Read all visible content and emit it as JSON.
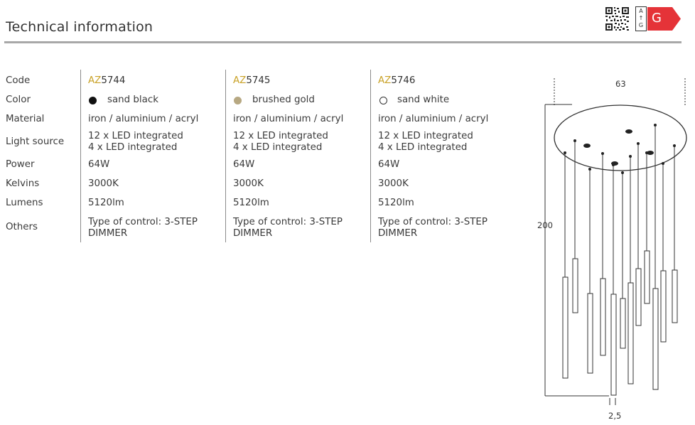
{
  "header": {
    "title": "Technical information"
  },
  "badges": {
    "qr_icon": "qr-code-icon",
    "energy_scale": "A↑G",
    "energy_class": "G",
    "energy_color": "#e53338"
  },
  "labels": {
    "code": "Code",
    "color": "Color",
    "material": "Material",
    "light_source": "Light source",
    "power": "Power",
    "kelvins": "Kelvins",
    "lumens": "Lumens",
    "others": "Others"
  },
  "products": [
    {
      "code_prefix": "AZ",
      "code_number": "5744",
      "color_name": "sand black",
      "swatch_color": "#111111",
      "material": "iron / aluminium / acryl",
      "light_source_1": "12 x LED integrated",
      "light_source_2": "4 x LED integrated",
      "power": "64W",
      "kelvins": "3000K",
      "lumens": "5120lm",
      "others_1": "Type of control: 3-STEP",
      "others_2": "DIMMER"
    },
    {
      "code_prefix": "AZ",
      "code_number": "5745",
      "color_name": "brushed gold",
      "swatch_color": "#b7a882",
      "material": "iron / aluminium / acryl",
      "light_source_1": "12 x LED integrated",
      "light_source_2": "4 x LED integrated",
      "power": "64W",
      "kelvins": "3000K",
      "lumens": "5120lm",
      "others_1": "Type of control: 3-STEP",
      "others_2": "DIMMER"
    },
    {
      "code_prefix": "AZ",
      "code_number": "5746",
      "color_name": "sand white",
      "swatch_color": "#ffffff",
      "material": "iron / aluminium / acryl",
      "light_source_1": "12 x LED integrated",
      "light_source_2": "4 x LED integrated",
      "power": "64W",
      "kelvins": "3000K",
      "lumens": "5120lm",
      "others_1": "Type of control: 3-STEP",
      "others_2": "DIMMER"
    }
  ],
  "drawing": {
    "width_label": "63",
    "height_label": "200",
    "tube_label": "2,5"
  },
  "accent_color": "#c9a227"
}
